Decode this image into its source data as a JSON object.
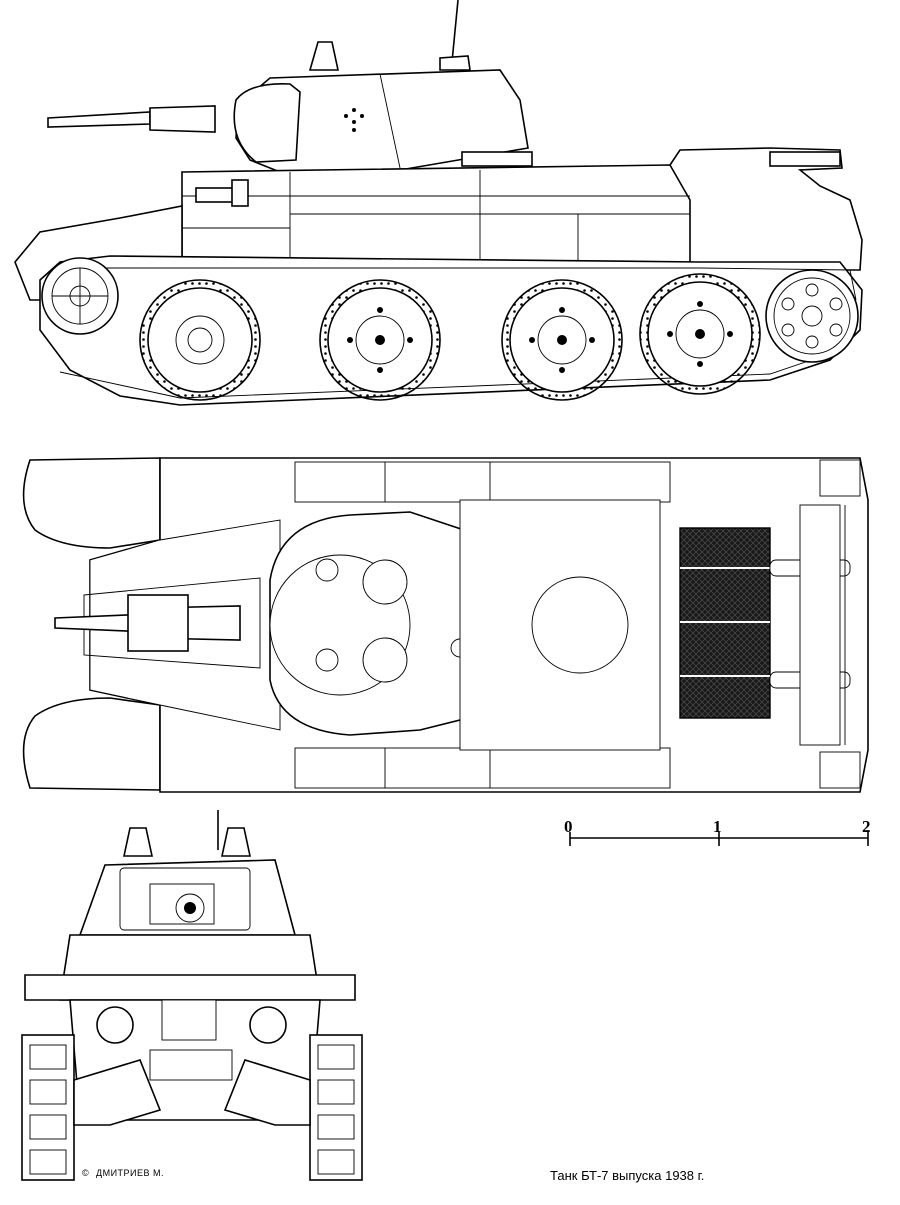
{
  "drawing": {
    "caption": "Танк БТ-7 выпуска 1938 г.",
    "credit_symbol": "©",
    "credit_author": "ДМИТРИЕВ М."
  },
  "scale_bar": {
    "ticks": [
      "0",
      "1",
      "2"
    ]
  },
  "views": [
    "side-view",
    "top-view",
    "front-view"
  ]
}
